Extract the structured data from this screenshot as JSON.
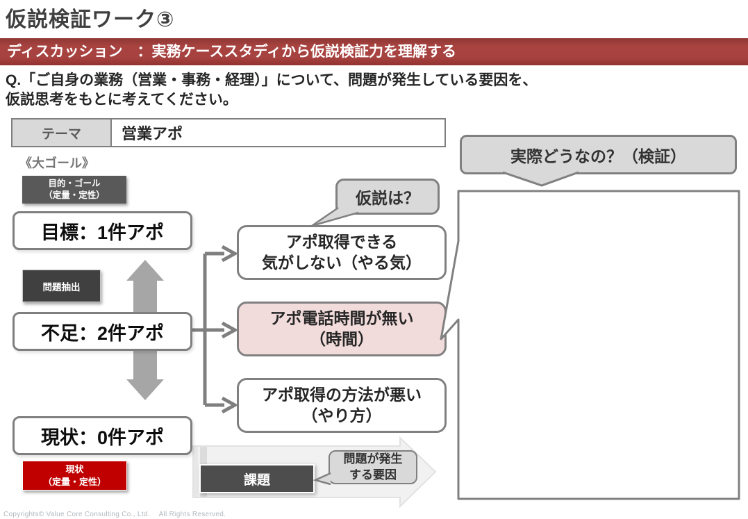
{
  "slide": {
    "title": "仮説検証ワーク③",
    "banner": "ディスカッション　：実務ケーススタディから仮説検証力を理解する",
    "question": {
      "line1": "Q.「ご自身の業務（営業・事務・経理）」について、問題が発生している要因を、",
      "line2": "仮説思考をもとに考えてください。"
    },
    "theme": {
      "label": "テーマ",
      "value": "営業アポ"
    },
    "goal_heading": "《大ゴール》",
    "tags": {
      "goal": {
        "line1": "目的・ゴール",
        "line2": "（定量・定性）"
      },
      "problem": "問題抽出",
      "current": {
        "line1": "現状",
        "line2": "（定量・定性）"
      },
      "kadai": "課題"
    },
    "flow": {
      "goal": "目標：1件アポ",
      "gap": "不足：2件アポ",
      "current": "現状：0件アポ"
    },
    "hypotheses": {
      "bubble": "仮説は？",
      "items": [
        {
          "line1": "アポ取得できる",
          "line2": "気がしない（やる気）"
        },
        {
          "line1": "アポ電話時間が無い",
          "line2": "（時間）"
        },
        {
          "line1": "アポ取得の方法が悪い",
          "line2": "（やり方）"
        }
      ]
    },
    "verification_bubble": "実際どうなの？（検証）",
    "cause_bubble": {
      "line1": "問題が発生",
      "line2": "する要因"
    },
    "footer": "Copyrights© Value Core Consulting Co., Ltd.　 All Rights Reserved.",
    "colors": {
      "banner_red": "#a4403d",
      "status_red": "#c00000",
      "highlight_pink": "#f2dcdb",
      "bubble_gray": "#d9d9d9",
      "border_gray": "#808080",
      "tag_dark_gray": "#595959",
      "tag_darker_gray": "#404040",
      "kadai_gray": "#4d4d4d",
      "arrow_gray": "#a6a6a6"
    }
  }
}
